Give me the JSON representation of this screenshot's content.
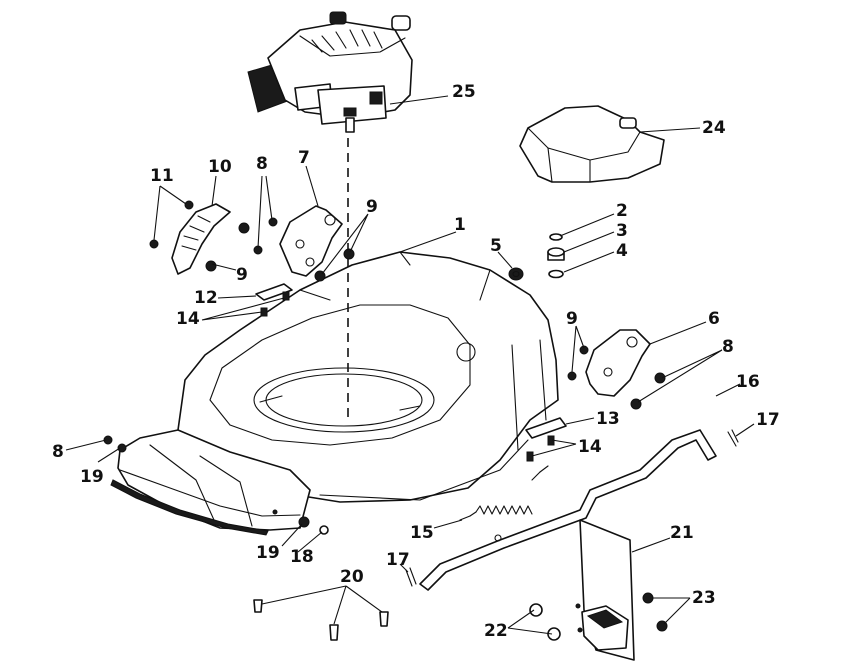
{
  "callouts": {
    "c1": "1",
    "c2": "2",
    "c3": "3",
    "c4": "4",
    "c5": "5",
    "c6": "6",
    "c7": "7",
    "c8a": "8",
    "c8b": "8",
    "c8c": "8",
    "c9a": "9",
    "c9b": "9",
    "c9c": "9",
    "c10": "10",
    "c11": "11",
    "c12": "12",
    "c13": "13",
    "c14a": "14",
    "c14b": "14",
    "c15": "15",
    "c16": "16",
    "c17a": "17",
    "c17b": "17",
    "c18": "18",
    "c19a": "19",
    "c19b": "19",
    "c20": "20",
    "c21": "21",
    "c22": "22",
    "c23": "23",
    "c24": "24",
    "c25": "25"
  },
  "colors": {
    "line": "#111111",
    "background": "#ffffff"
  }
}
